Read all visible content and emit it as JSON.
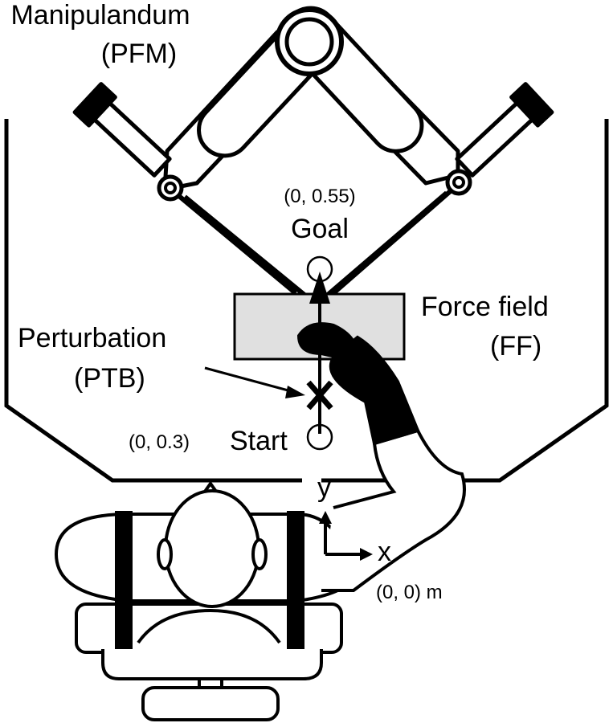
{
  "labels": {
    "manipulandum": "Manipulandum",
    "manipulandum_abbr": "(PFM)",
    "goal_coord": "(0, 0.55)",
    "goal": "Goal",
    "force_field": "Force field",
    "force_field_abbr": "(FF)",
    "perturbation": "Perturbation",
    "perturbation_abbr": "(PTB)",
    "start_coord": "(0, 0.3)",
    "start": "Start",
    "axis_y": "y",
    "axis_x": "x",
    "origin": "(0, 0) m"
  },
  "colors": {
    "stroke": "#000000",
    "force_field_fill": "#e0e0e0",
    "background": "#ffffff"
  }
}
